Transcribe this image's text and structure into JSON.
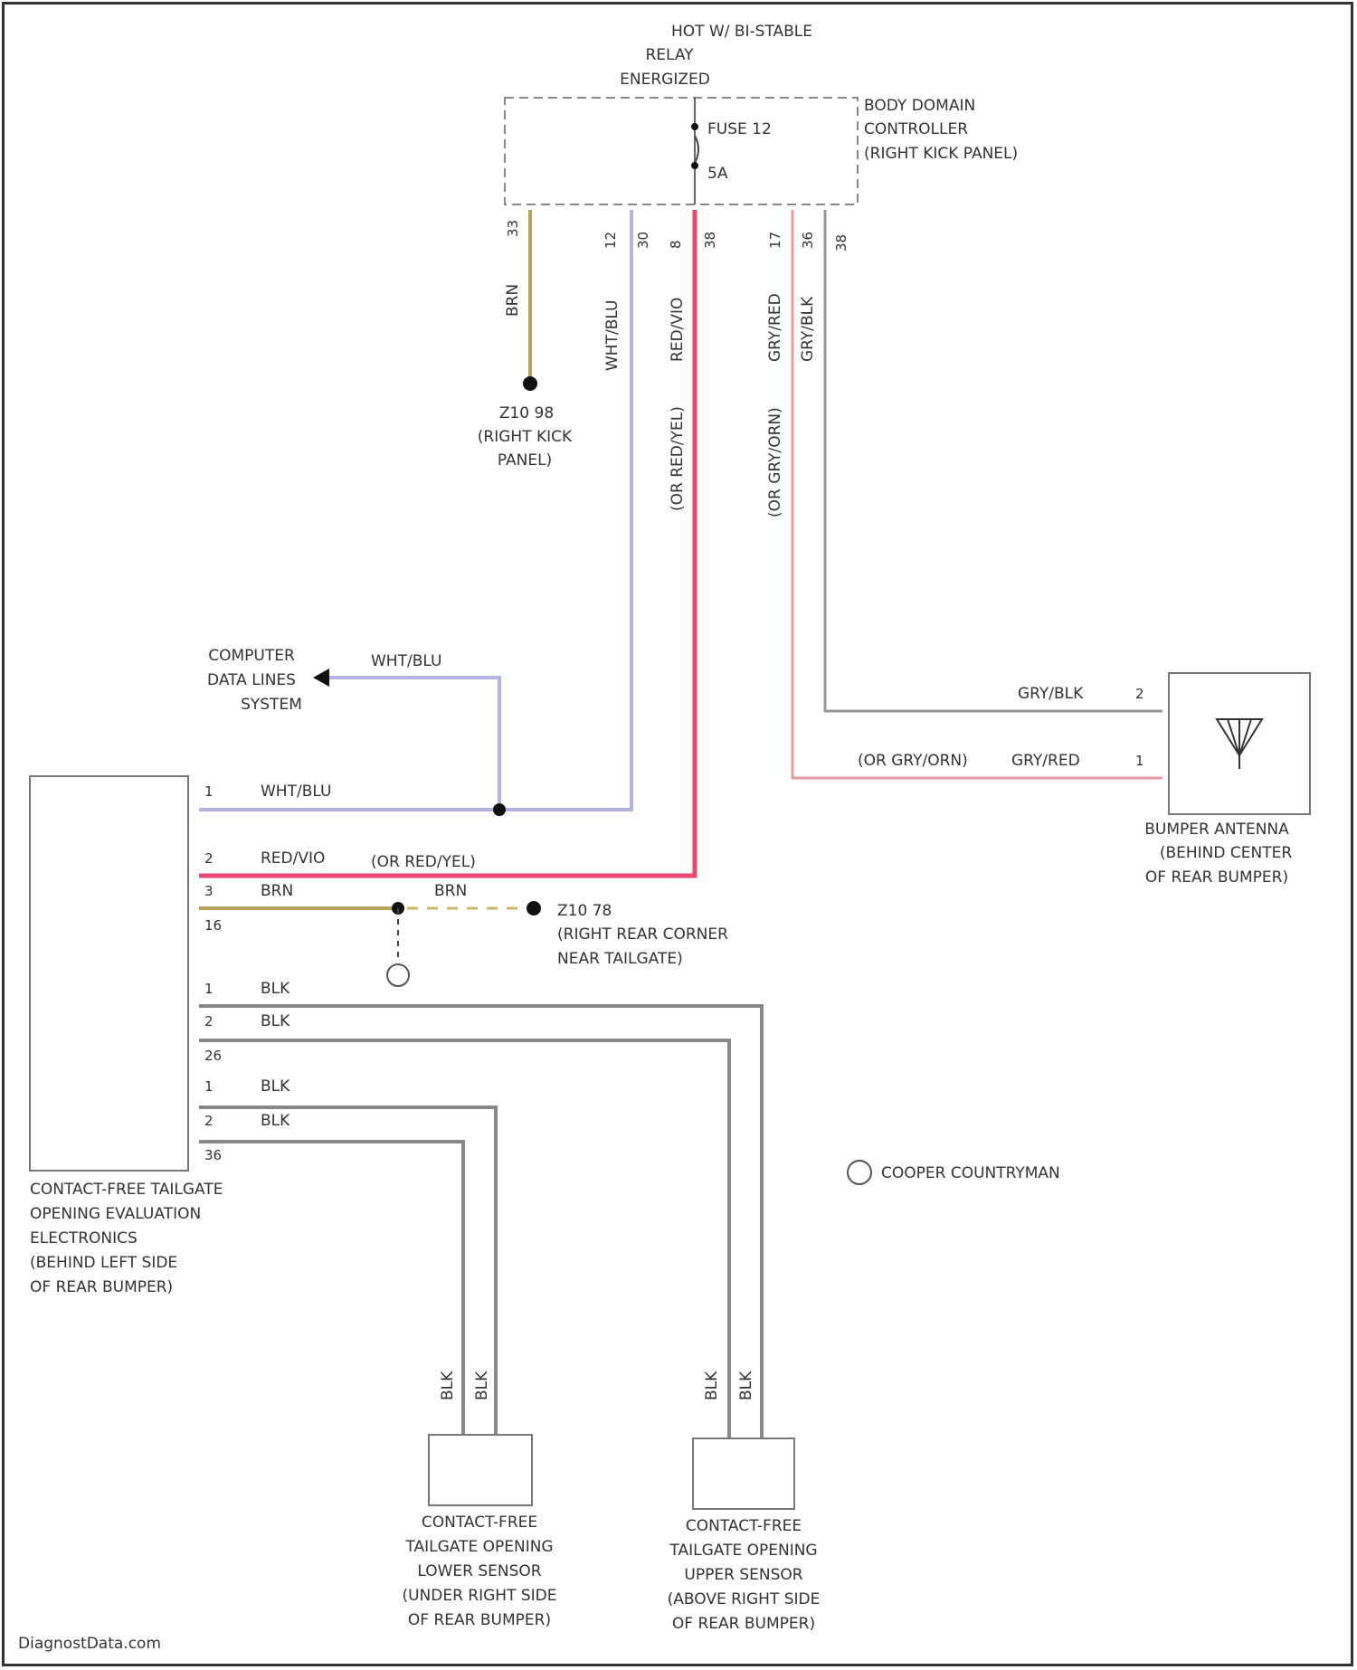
{
  "relay": {
    "l1": "HOT W/ BI-STABLE",
    "l2": "RELAY",
    "l3": "ENERGIZED"
  },
  "bdc": {
    "l1": "BODY DOMAIN",
    "l2": "CONTROLLER",
    "l3": "(RIGHT KICK PANEL)",
    "fuse": "FUSE 12",
    "amps": "5A",
    "pins": [
      "33",
      "12",
      "30",
      "8",
      "38",
      "17",
      "36",
      "38"
    ]
  },
  "wires_top": {
    "brn": "BRN",
    "wht_blu": "WHT/BLU",
    "red_vio": "RED/VIO",
    "or_red_yel": "(OR RED/YEL)",
    "gry_red": "GRY/RED",
    "or_gry_orn": "(OR GRY/ORN)",
    "gry_blk": "GRY/BLK"
  },
  "ground_z1098": {
    "l1": "Z10 98",
    "l2": "(RIGHT KICK",
    "l3": "PANEL)"
  },
  "computer_data": {
    "l1": "COMPUTER",
    "l2": "DATA LINES",
    "l3": "SYSTEM",
    "wire": "WHT/BLU"
  },
  "antenna": {
    "l1": "BUMPER ANTENNA",
    "l2": "(BEHIND CENTER",
    "l3": "OF REAR BUMPER)",
    "pin2": "2",
    "pin1": "1",
    "gry_blk": "GRY/BLK",
    "gry_red": "GRY/RED",
    "or_gry_orn": "(OR GRY/ORN)"
  },
  "module": {
    "l1": "CONTACT-FREE TAILGATE",
    "l2": "OPENING EVALUATION",
    "l3": "ELECTRONICS",
    "l4": "(BEHIND LEFT SIDE",
    "l5": "OF REAR BUMPER)",
    "p1": "1",
    "p2": "2",
    "p3": "3",
    "p16": "16",
    "wht_blu": "WHT/BLU",
    "red_vio": "RED/VIO",
    "or_red_yel": "(OR RED/YEL)",
    "brn": "BRN",
    "brn2": "BRN",
    "s1p1": "1",
    "s1p2": "2",
    "s1p26": "26",
    "blk1": "BLK",
    "blk2": "BLK",
    "s2p1": "1",
    "s2p2": "2",
    "s2p36": "36",
    "blk3": "BLK",
    "blk4": "BLK"
  },
  "ground_z1078": {
    "l1": "Z10 78",
    "l2": "(RIGHT REAR CORNER",
    "l3": "NEAR TAILGATE)"
  },
  "variant": {
    "text": "COOPER COUNTRYMAN"
  },
  "lower_sensor": {
    "l1": "CONTACT-FREE",
    "l2": "TAILGATE OPENING",
    "l3": "LOWER SENSOR",
    "l4": "(UNDER RIGHT SIDE",
    "l5": "OF REAR BUMPER)",
    "w1": "BLK",
    "w2": "BLK"
  },
  "upper_sensor": {
    "l1": "CONTACT-FREE",
    "l2": "TAILGATE OPENING",
    "l3": "UPPER SENSOR",
    "l4": "(ABOVE RIGHT SIDE",
    "l5": "OF REAR BUMPER)",
    "w1": "BLK",
    "w2": "BLK"
  },
  "watermark": "DiagnostData.com"
}
